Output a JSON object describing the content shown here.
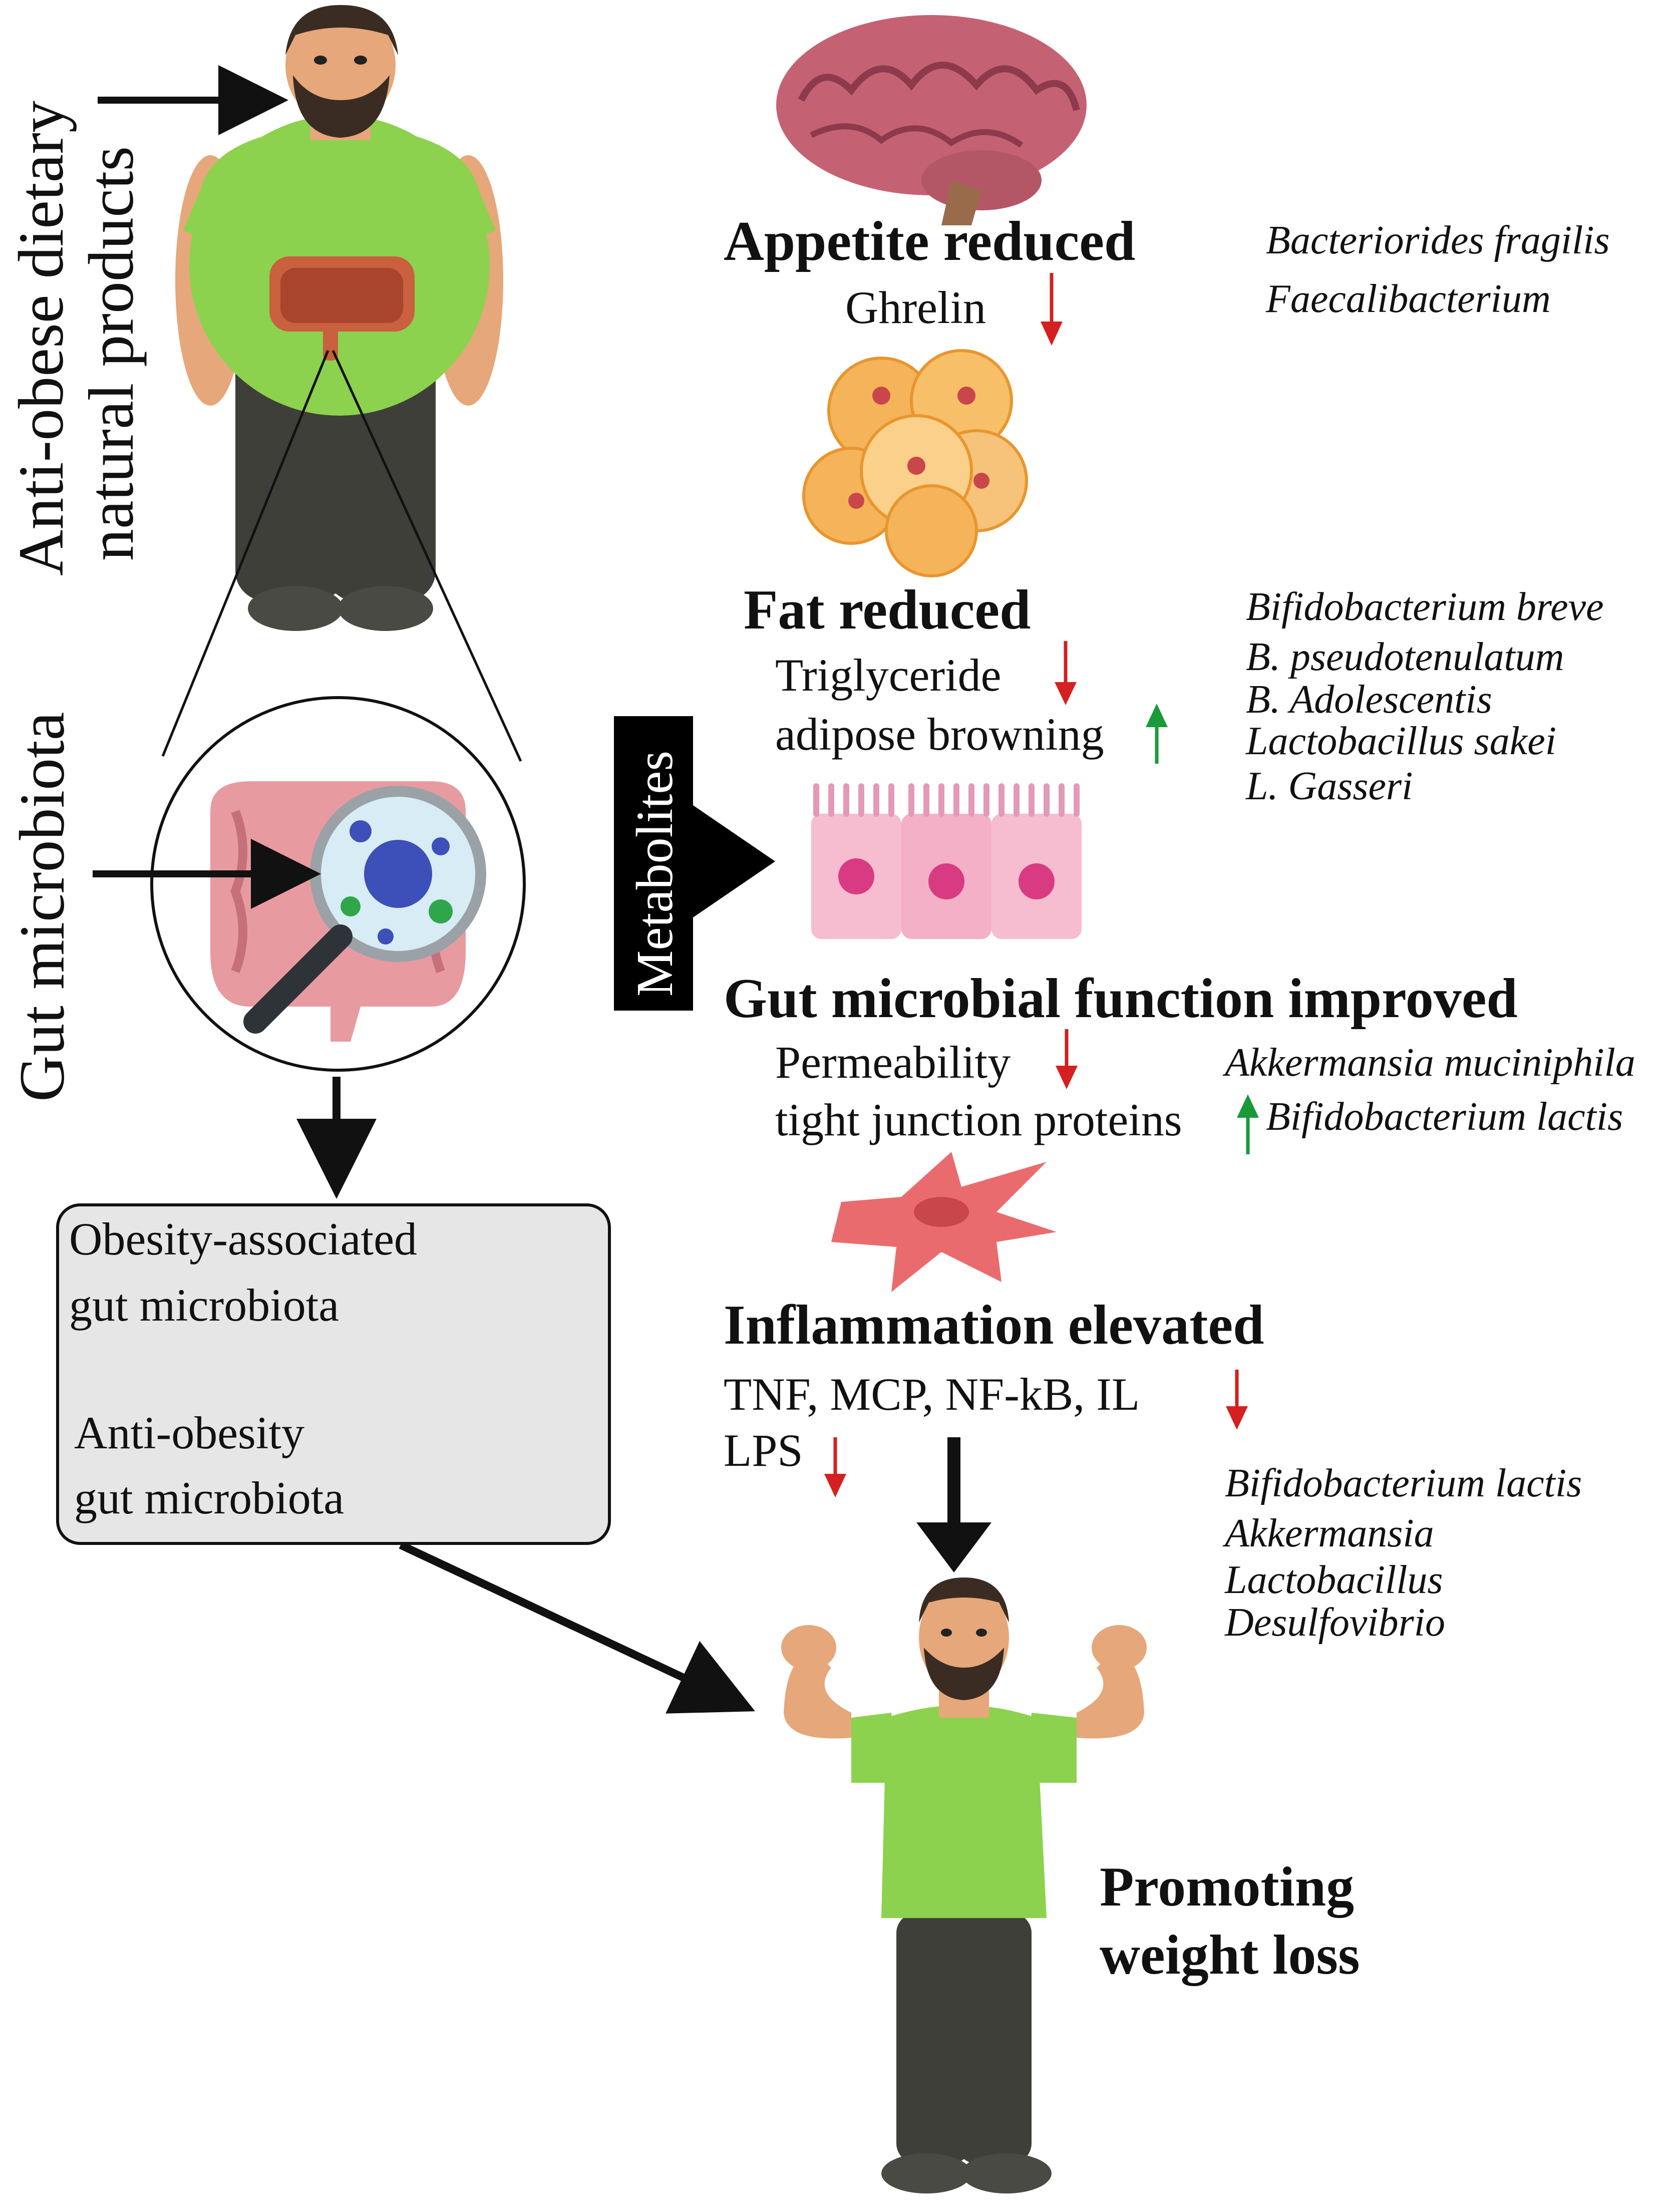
{
  "left_labels": {
    "dietary_line1": "Anti-obese dietary",
    "dietary_line2": "natural products",
    "gut": "Gut microbiota",
    "metabolites": "Metabolites"
  },
  "box": {
    "line1": "Obesity-associated",
    "line2": "gut microbiota",
    "line3": "Anti-obesity",
    "line4": "gut microbiota"
  },
  "appetite": {
    "title": "Appetite reduced",
    "ghrelin": "Ghrelin",
    "species": [
      "Bacteriorides fragilis",
      "Faecalibacterium"
    ]
  },
  "fat": {
    "title": "Fat reduced",
    "line1": "Triglyceride",
    "line2": "adipose browning",
    "species": [
      "Bifidobacterium breve",
      "B. pseudotenulatum",
      "B. Adolescentis",
      "Lactobacillus sakei",
      "L. Gasseri"
    ]
  },
  "gut_function": {
    "title": "Gut microbial function improved",
    "line1": "Permeability",
    "line2": "tight junction proteins",
    "species": [
      "Akkermansia muciniphila",
      "Bifidobacterium lactis"
    ]
  },
  "inflammation": {
    "title": "Inflammation elevated",
    "line1": "TNF, MCP, NF-kB, IL",
    "line2": "LPS",
    "species": [
      "Bifidobacterium lactis",
      "Akkermansia",
      "Lactobacillus",
      "Desulfovibrio"
    ]
  },
  "result": {
    "line1": "Promoting",
    "line2": "weight loss"
  },
  "colors": {
    "down_arrow": "#d42020",
    "up_arrow": "#1a9a3a",
    "shirt": "#8cd24e",
    "pants": "#3f3f3a",
    "skin": "#e6a77a",
    "box_fill": "#e6e6e6"
  }
}
